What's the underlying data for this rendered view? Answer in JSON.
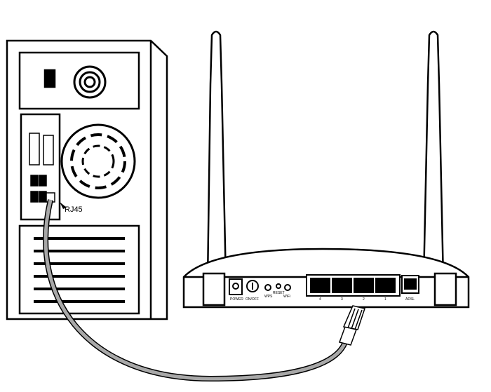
{
  "pc": {
    "port_label": "RJ45"
  },
  "router": {
    "labels": {
      "power": "POWER",
      "onoff": "ON/OFF",
      "wps": "WPS",
      "reset": "RESET",
      "wifi": "WiFi",
      "adsl": "ADSL"
    },
    "lan_ports": [
      "4",
      "3",
      "2",
      "1"
    ]
  },
  "colors": {
    "cable": "#a8a8a8",
    "line": "#000000"
  }
}
